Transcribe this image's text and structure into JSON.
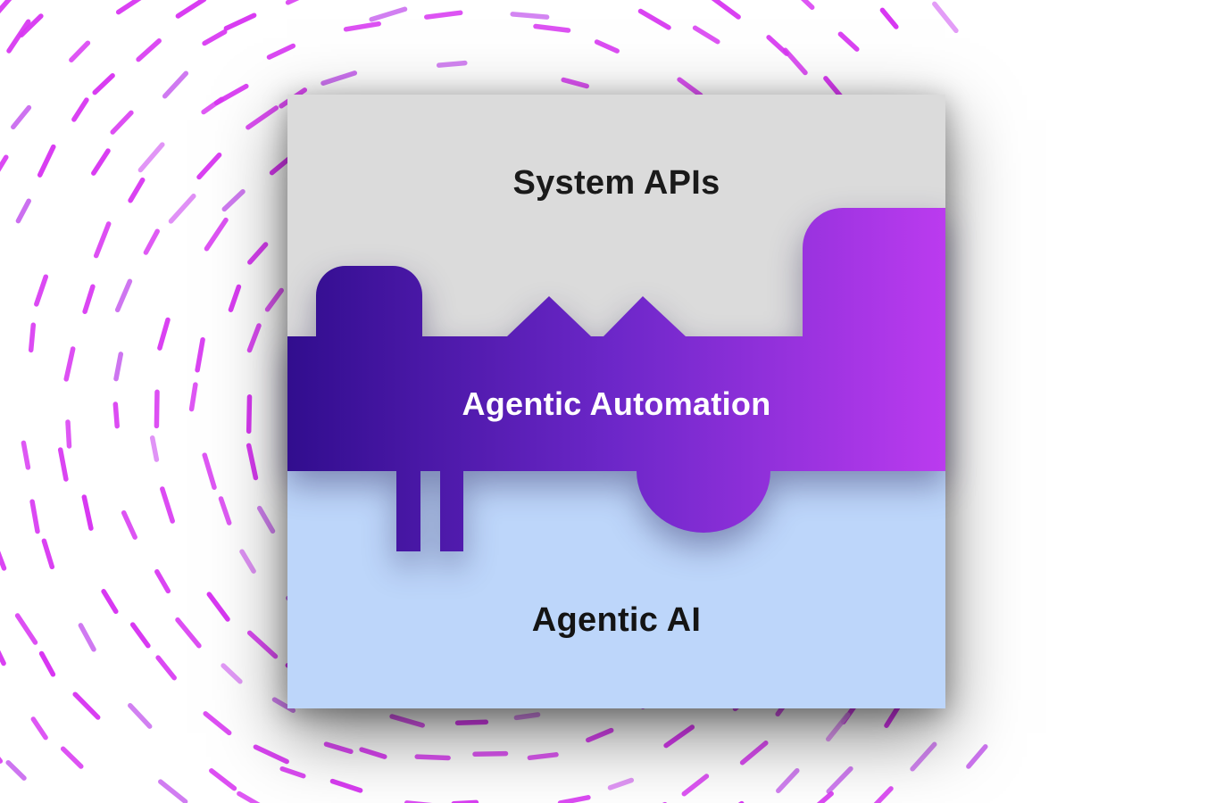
{
  "diagram": {
    "layers": [
      {
        "id": "system-apis",
        "label": "System APIs",
        "background": "#dbdbdb",
        "text_color": "#1a1a1a"
      },
      {
        "id": "agentic-automation",
        "label": "Agentic Automation",
        "text_color": "#ffffff",
        "gradient": {
          "from": "#310d8e",
          "mid": "#6d27c9",
          "to": "#bb3bef"
        }
      },
      {
        "id": "agentic-ai",
        "label": "Agentic AI",
        "background": "#bdd6fa",
        "text_color": "#141414"
      }
    ]
  },
  "background_pattern": {
    "name": "dashed-swirl",
    "dash_colors": [
      "#d836f2",
      "#cb6ef0",
      "#df8df6"
    ]
  }
}
